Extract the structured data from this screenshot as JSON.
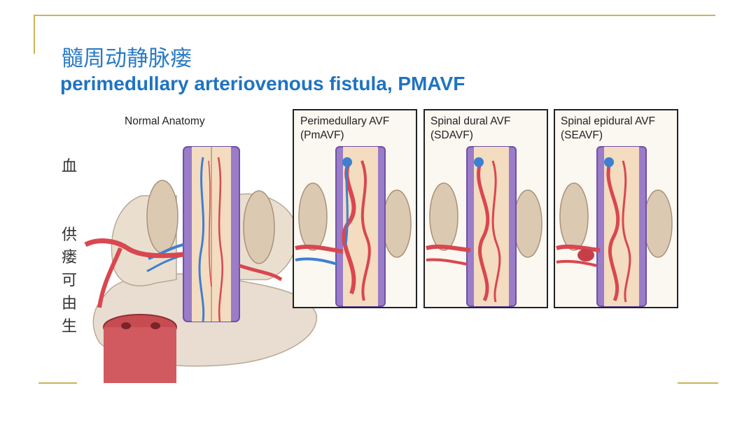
{
  "slide": {
    "title_cn": "髓周动静脉瘘",
    "title_en": "perimedullary arteriovenous fistula, PMAVF",
    "side_chars": [
      "血",
      "供",
      "瘘",
      "可",
      "由",
      "生"
    ]
  },
  "figure": {
    "panels": [
      {
        "line1": "Normal Anatomy",
        "line2": ""
      },
      {
        "line1": "Perimedullary AVF",
        "line2": "(PmAVF)"
      },
      {
        "line1": "Spinal dural AVF",
        "line2": "(SDAVF)"
      },
      {
        "line1": "Spinal epidural AVF",
        "line2": "(SEAVF)"
      }
    ]
  },
  "colors": {
    "accent_gold": "#c9b45a",
    "title_blue": "#2b7bc4",
    "artery_red": "#d9474f",
    "vein_blue": "#3f7fd0",
    "dura_purple": "#8a6bbf",
    "bone_tan": "#eadfcf"
  }
}
